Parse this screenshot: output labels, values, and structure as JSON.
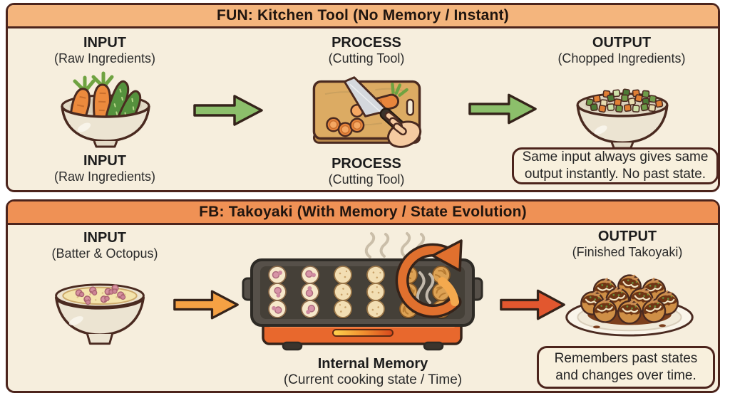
{
  "panel_fun": {
    "title": "FUN: Kitchen Tool (No Memory / Instant)",
    "input_top": {
      "label": "INPUT",
      "sub": "(Raw Ingredients)"
    },
    "input_bottom": {
      "label": "INPUT",
      "sub": "(Raw Ingredients)"
    },
    "process_top": {
      "label": "PROCESS",
      "sub": "(Cutting Tool)"
    },
    "process_bottom": {
      "label": "PROCESS",
      "sub": "(Cutting Tool)"
    },
    "output": {
      "label": "OUTPUT",
      "sub": "(Chopped Ingredients)"
    },
    "note": "Same input always gives same output instantly. No past state."
  },
  "panel_fb": {
    "title": "FB: Takoyaki (With Memory / State Evolution)",
    "input": {
      "label": "INPUT",
      "sub": "(Batter & Octopus)"
    },
    "memory": {
      "label": "Internal Memory",
      "sub": "(Current cooking state / Time)"
    },
    "output": {
      "label": "OUTPUT",
      "sub": "(Finished Takoyaki)"
    },
    "note": "Remembers past states and changes over time."
  },
  "colors": {
    "panel-bg": "#f6eedd",
    "panel-border": "#4c241c",
    "header-fun": "#f4b57d",
    "header-fb": "#ef9155",
    "note-bg": "#f8f0dd",
    "arrow-green": "#8cbf6b",
    "arrow-orange": "#f5a144",
    "arrow-red": "#e2572f",
    "loop-orange": "#e0702e",
    "loop-orange-light": "#f4a94e",
    "text": "#231a12"
  }
}
